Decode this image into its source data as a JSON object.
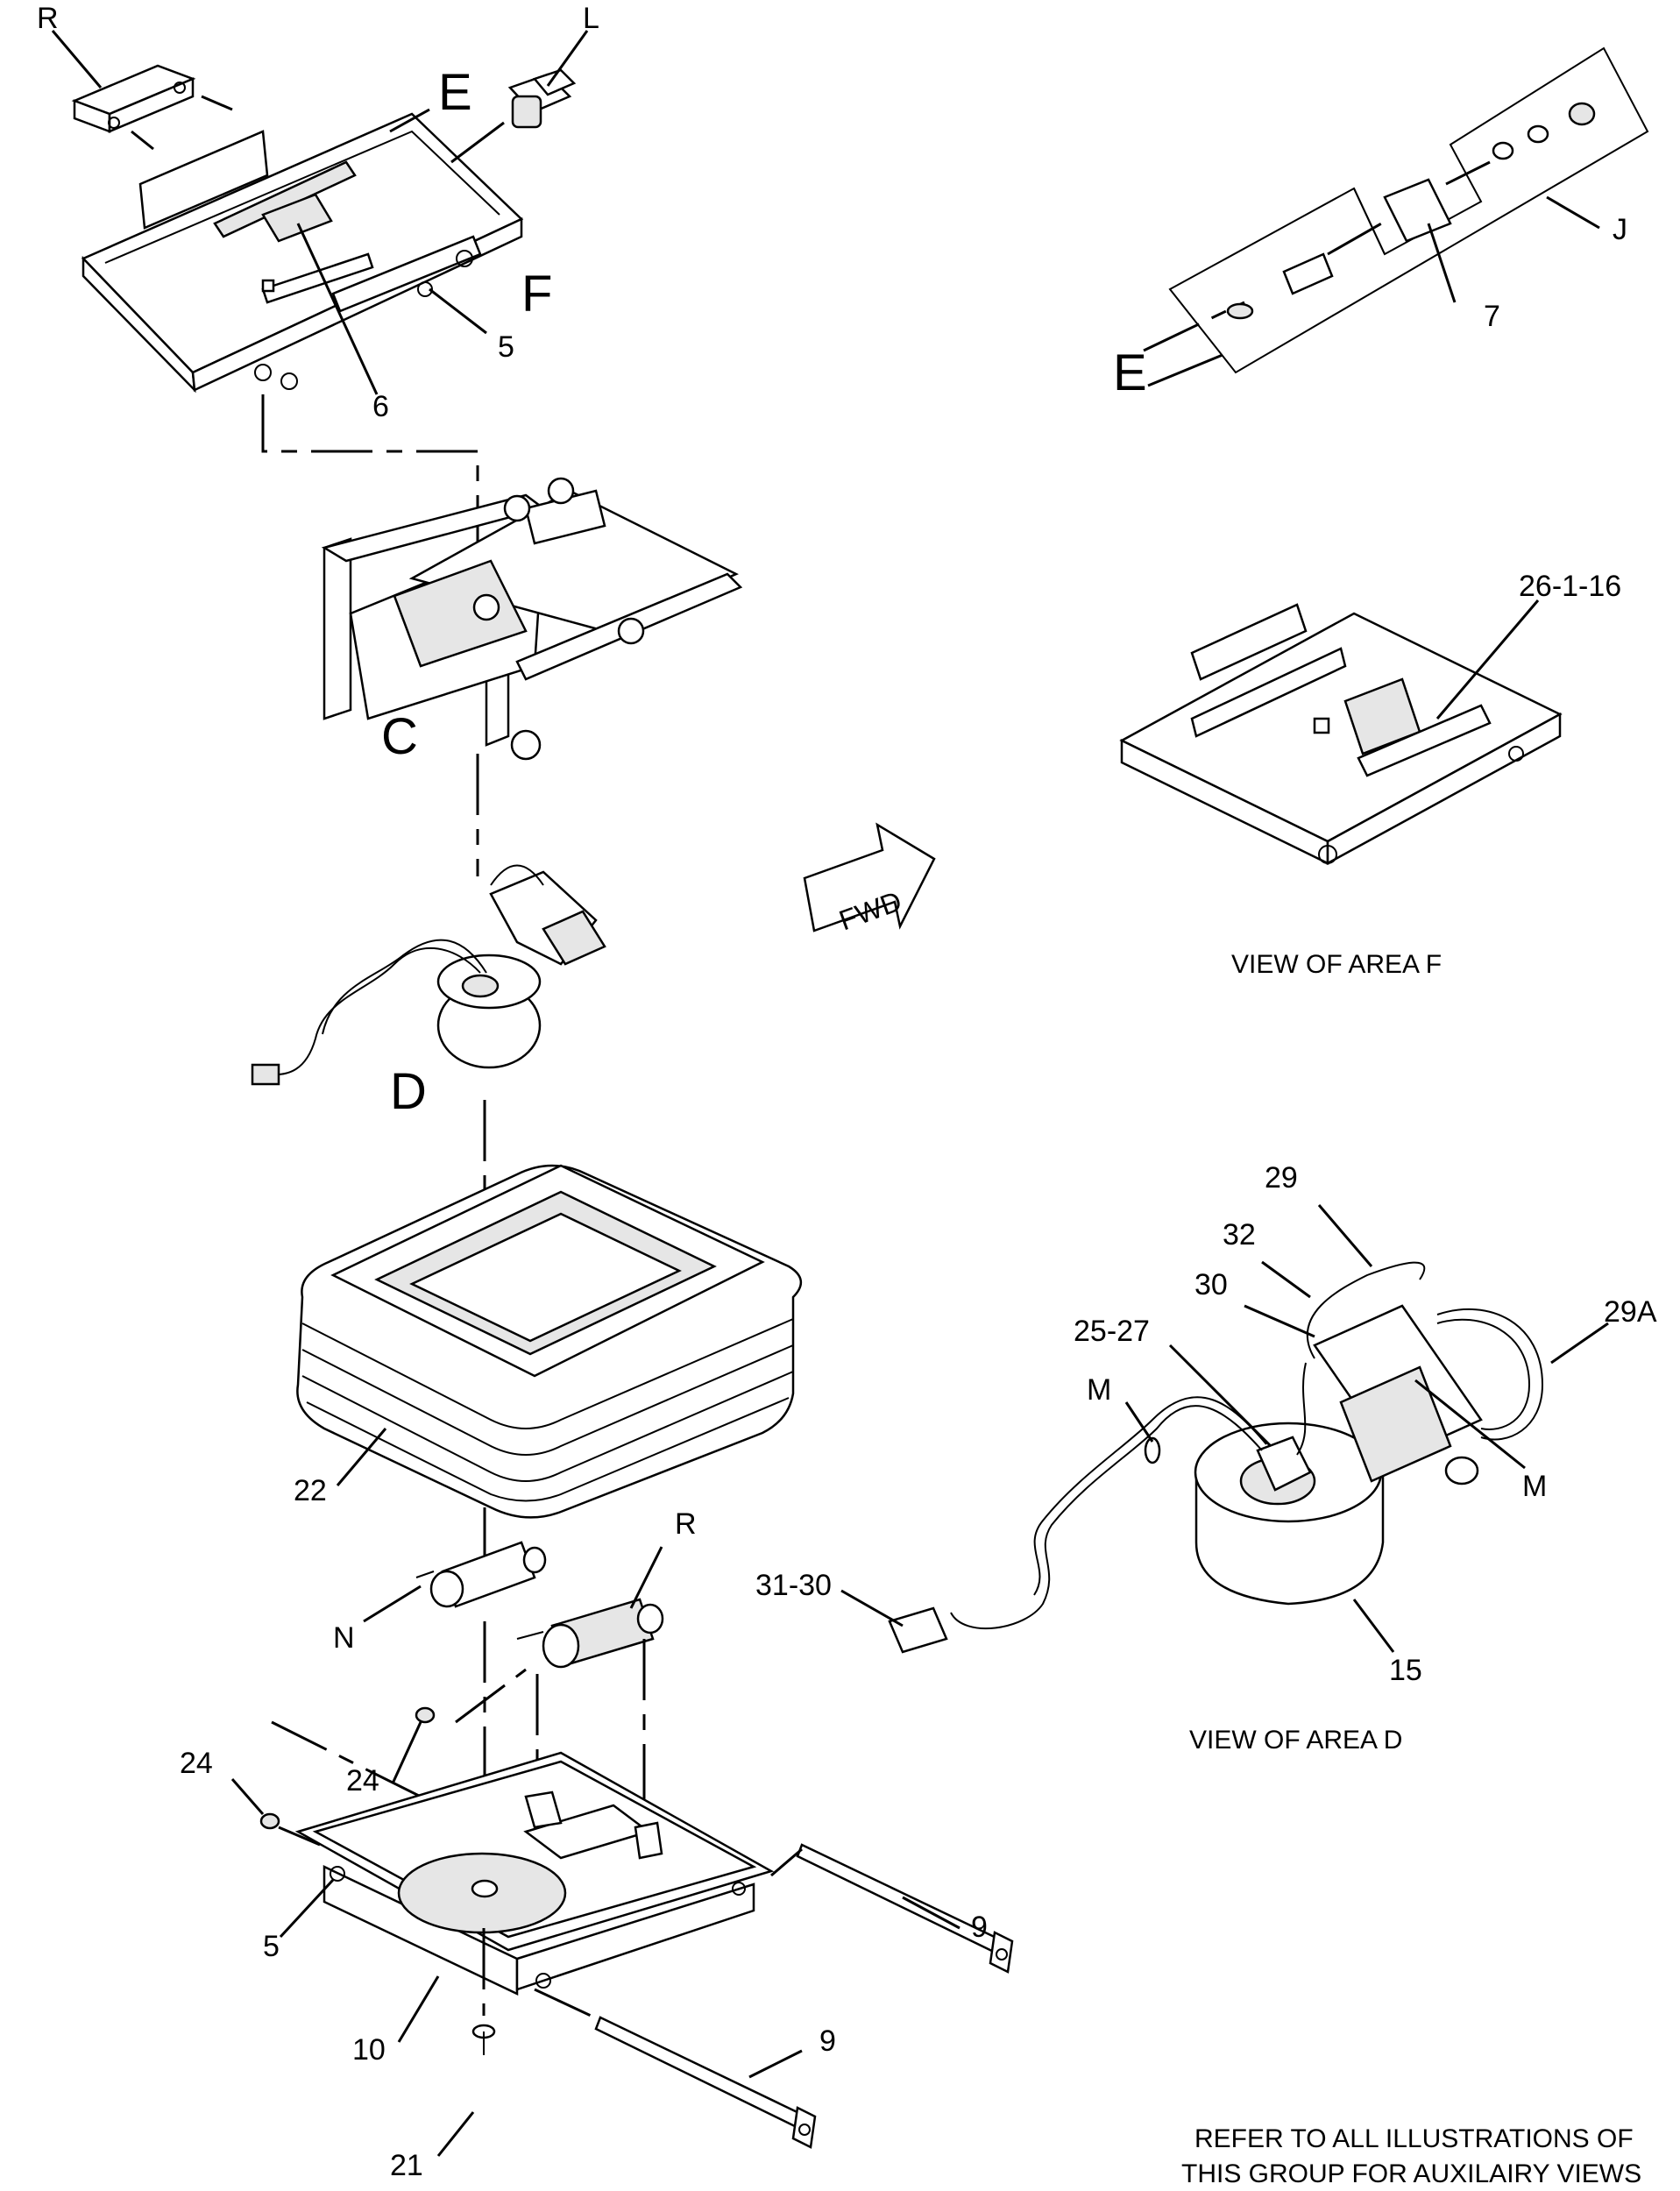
{
  "labels": {
    "R_top": "R",
    "L": "L",
    "E_top": "E",
    "F": "F",
    "n5_top": "5",
    "n6": "6",
    "E_detail": "E",
    "n7": "7",
    "J": "J",
    "n26": "26-1-16",
    "C": "C",
    "fwd": "FWD",
    "view_f": "VIEW OF AREA  F",
    "D": "D",
    "n29": "29",
    "n32": "32",
    "n30": "30",
    "n29A": "29A",
    "n25": "25-27",
    "M_left": "M",
    "M_right": "M",
    "n31": "31-30",
    "n15": "15",
    "view_d": "VIEW OF AREA D",
    "n22": "22",
    "R_mid": "R",
    "N": "N",
    "n24_left": "24",
    "n24_mid": "24",
    "n5_bottom": "5",
    "n9_right": "9",
    "n10": "10",
    "n9_bottom": "9",
    "n21": "21",
    "note_line1": "REFER TO ALL ILLUSTRATIONS OF",
    "note_line2": "THIS GROUP FOR AUXILAIRY VIEWS"
  },
  "icons": [
    "seat-slide-plate",
    "switch-l",
    "bracket-r",
    "suspension-mechanism",
    "air-valve-assembly",
    "bellows-boot",
    "shock-absorber",
    "air-spring-cylinder",
    "base-plate",
    "slide-rod",
    "bolt",
    "nut",
    "fwd-arrow"
  ]
}
